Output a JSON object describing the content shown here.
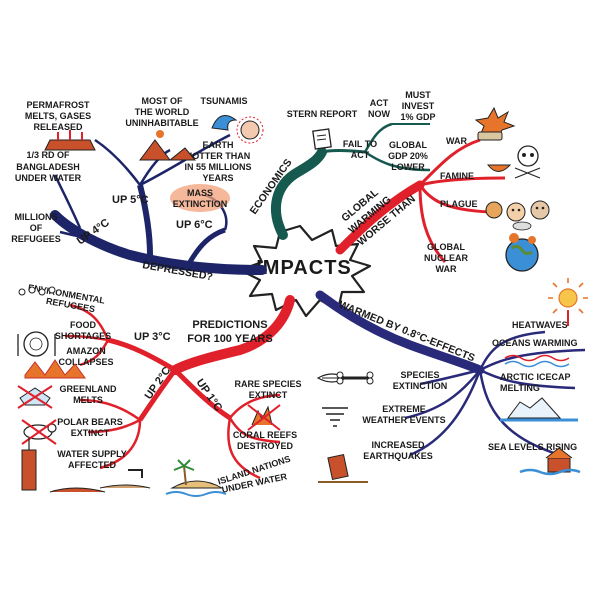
{
  "center": "IMPACTS",
  "colors": {
    "navy": "#1d2468",
    "red": "#e0202a",
    "teal": "#15594f",
    "purple": "#2a2a7a",
    "blue_water": "#3b8fd6",
    "orange": "#e6742a"
  },
  "branches": {
    "economics": {
      "label": "ECONOMICS",
      "stern": "STERN REPORT",
      "fail1": "FAIL TO",
      "fail2": "ACT",
      "act1": "ACT",
      "act2": "NOW",
      "must1": "MUST",
      "must2": "INVEST",
      "must3": "1% GDP",
      "gdp1": "GLOBAL",
      "gdp2": "GDP 20%",
      "gdp3": "LOWER"
    },
    "warming": {
      "l1": "GLOBAL",
      "l2": "WARMING",
      "l3": "WORSE THAN",
      "war": "WAR",
      "famine": "FAMINE",
      "plague": "PLAGUE",
      "nuke1": "GLOBAL",
      "nuke2": "NUCLEAR",
      "nuke3": "WAR"
    },
    "depressed": {
      "label": "DEPRESSED?",
      "up4": "UP 4°C",
      "up5": "UP 5°C",
      "up6": "UP 6°C",
      "refugees1": "MILLIONS",
      "refugees2": "OF",
      "refugees3": "REFUGEES",
      "bangla1": "1/3 RD OF",
      "bangla2": "BANGLADESH",
      "bangla3": "UNDER WATER",
      "perm1": "PERMAFROST",
      "perm2": "MELTS, GASES",
      "perm3": "RELEASED",
      "world1": "MOST OF",
      "world2": "THE WORLD",
      "world3": "UNINHABITABLE",
      "tsunamis": "TSUNAMIS",
      "earth1": "EARTH",
      "earth2": "HOTTER THAN",
      "earth3": "IN 55 MILLIONS",
      "earth4": "YEARS",
      "mass1": "MASS",
      "mass2": "EXTINCTION"
    },
    "predictions": {
      "l1": "PREDICTIONS",
      "l2": "FOR 100 YEARS",
      "up3": "UP 3°C",
      "up2": "UP 2°C",
      "up1": "UP 1°C",
      "env1": "ENVIRONMENTAL",
      "env2": "REFUGEES",
      "food1": "FOOD",
      "food2": "SHORTAGES",
      "amazon1": "AMAZON",
      "amazon2": "COLLAPSES",
      "green1": "GREENLAND",
      "green2": "MELTS",
      "polar1": "POLAR BEARS",
      "polar2": "EXTINCT",
      "water1": "WATER SUPPLY",
      "water2": "AFFECTED",
      "rare1": "RARE SPECIES",
      "rare2": "EXTINCT",
      "coral1": "CORAL REEFS",
      "coral2": "DESTROYED",
      "island1": "ISLAND NATIONS",
      "island2": "UNDER WATER"
    },
    "effects": {
      "label": "WARMED BY 0.8°C-EFFECTS",
      "heat": "HEATWAVES",
      "ocean": "OCEANS WARMING",
      "arctic1": "ARCTIC ICECAP",
      "arctic2": "MELTING",
      "sea": "SEA LEVELS RISING",
      "species1": "SPECIES",
      "species2": "EXTINCTION",
      "weather1": "EXTREME",
      "weather2": "WEATHER EVENTS",
      "quake1": "INCREASED",
      "quake2": "EARTHQUAKES"
    }
  }
}
